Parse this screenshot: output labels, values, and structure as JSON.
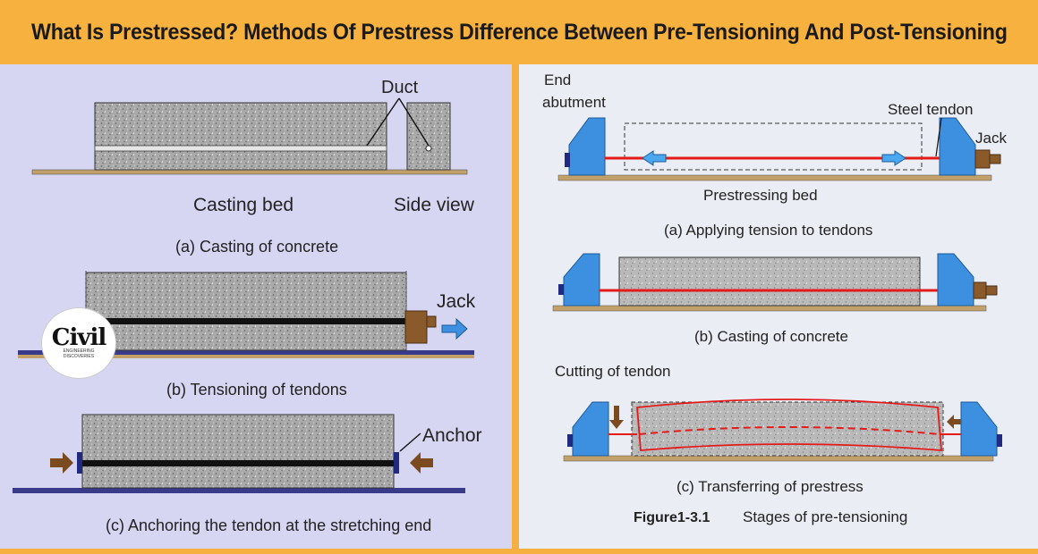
{
  "header": {
    "title": "What Is Prestressed? Methods Of Prestress Difference Between Pre-Tensioning And Post-Tensioning"
  },
  "left": {
    "duct": "Duct",
    "casting_bed": "Casting bed",
    "side_view": "Side view",
    "caption_a": "(a) Casting of concrete",
    "jack": "Jack",
    "caption_b": "(b) Tensioning of tendons",
    "anchor": "Anchor",
    "caption_c": "(c) Anchoring the tendon at the stretching end"
  },
  "right": {
    "end_abutment_1": "End",
    "end_abutment_2": "abutment",
    "steel_tendon": "Steel tendon",
    "jack": "Jack",
    "prestressing_bed": "Prestressing bed",
    "caption_a": "(a) Applying tension to tendons",
    "caption_b": "(b) Casting of concrete",
    "cutting": "Cutting of tendon",
    "caption_c": "(c) Transferring of prestress",
    "figure_no": "Figure1-3.1",
    "figure_title": "Stages of pre-tensioning"
  },
  "logo": {
    "name": "Civil",
    "line1": "ENGINEERING",
    "line2": "DISCOVERIES"
  },
  "colors": {
    "accent": "#f5b041",
    "tendon_red": "#e31b1b",
    "abutment_blue": "#3d8fe0",
    "arrow_brown": "#7b4a1e",
    "bed": "#c2a06a"
  }
}
